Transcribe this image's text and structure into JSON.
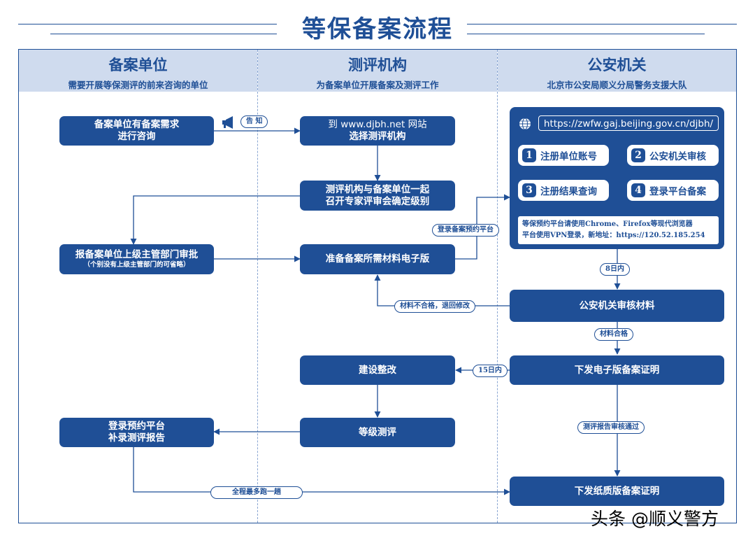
{
  "title": "等保备案流程",
  "columns": [
    {
      "title": "备案单位",
      "subtitle": "需要开展等保测评的前来咨询的单位"
    },
    {
      "title": "测评机构",
      "subtitle": "为备案单位开展备案及测评工作"
    },
    {
      "title": "公安机关",
      "subtitle": "北京市公安局顺义分局警务支援大队"
    }
  ],
  "boxes": {
    "need_1": "备案单位有备案需求",
    "need_2": "进行咨询",
    "djbh_1": "到 www.djbh.net 网站",
    "djbh_2": "选择测评机构",
    "review_1": "测评机构与备案单位一起",
    "review_2": "召开专家评审会确定级别",
    "report_1": "报备案单位上级主管部门审批",
    "report_2": "（个别没有上级主管部门的可省略）",
    "materials": "准备备案所需材料电子版",
    "police_review": "公安机关审核材料",
    "rectify": "建设整改",
    "e_cert": "下发电子版备案证明",
    "grade_eval": "等级测评",
    "supp_1": "登录预约平台",
    "supp_2": "补录测评报告",
    "paper_cert": "下发纸质版备案证明"
  },
  "labels": {
    "notify": "告 知",
    "login_platform": "登录备案预约平台",
    "days8": "8日内",
    "not_ok": "材料不合格，退回修改",
    "ok": "材料合格",
    "days15": "15日内",
    "report_pass": "测评报告审核通过",
    "one_trip": "全程最多跑一趟"
  },
  "panel": {
    "url": "https://zwfw.gaj.beijing.gov.cn/djbh/",
    "steps": [
      {
        "num": "1",
        "label": "注册单位账号"
      },
      {
        "num": "2",
        "label": "公安机关审核"
      },
      {
        "num": "3",
        "label": "注册结果查询"
      },
      {
        "num": "4",
        "label": "登录平台备案"
      }
    ],
    "note_1": "等保预约平台请使用Chrome、Firefox等现代浏览器",
    "note_2": "平台使用VPN登录，新地址：https://120.52.185.254"
  },
  "watermark": "头条 @顺义警方",
  "colors": {
    "primary": "#1f4f96",
    "header_bg": "#cfdbee"
  }
}
